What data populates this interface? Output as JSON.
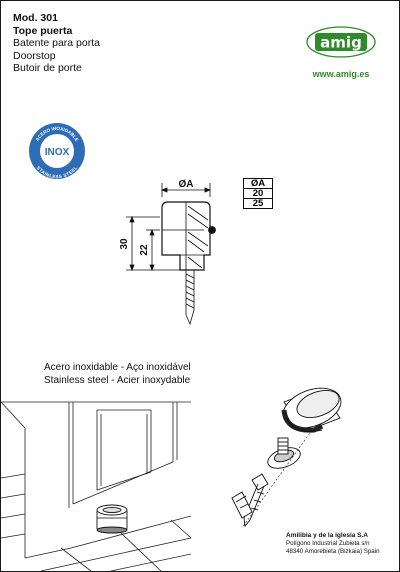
{
  "header": {
    "model": "Mod. 301",
    "name_es": "Tope puerta",
    "name_pt": "Batente para porta",
    "name_en": "Doorstop",
    "name_fr": "Butoir de porte"
  },
  "brand": {
    "logo_text": "amig",
    "website": "www.amig.es",
    "colors": {
      "green": "#2f8a2c",
      "blue": "#2d6db5"
    }
  },
  "badge": {
    "label": "INOX",
    "ring_text_top": "ACERO INOXIDABLE",
    "ring_text_bottom": "STAINLESS STEEL"
  },
  "dimensions": {
    "width_label": "ØA",
    "height_total": "30",
    "height_body": "22",
    "table": {
      "header": "ØA",
      "rows": [
        "20",
        "25"
      ]
    }
  },
  "material": {
    "line1": "Acero inoxidable - Aço inoxidável",
    "line2": "Stainless steel - Acier inoxydable"
  },
  "company": {
    "name": "Amilibia y de la iglesia S.A",
    "address1": "Polígono Industrial Zubieta s/n",
    "address2": "48340 Amorebieta (Bizkaia) Spain"
  }
}
